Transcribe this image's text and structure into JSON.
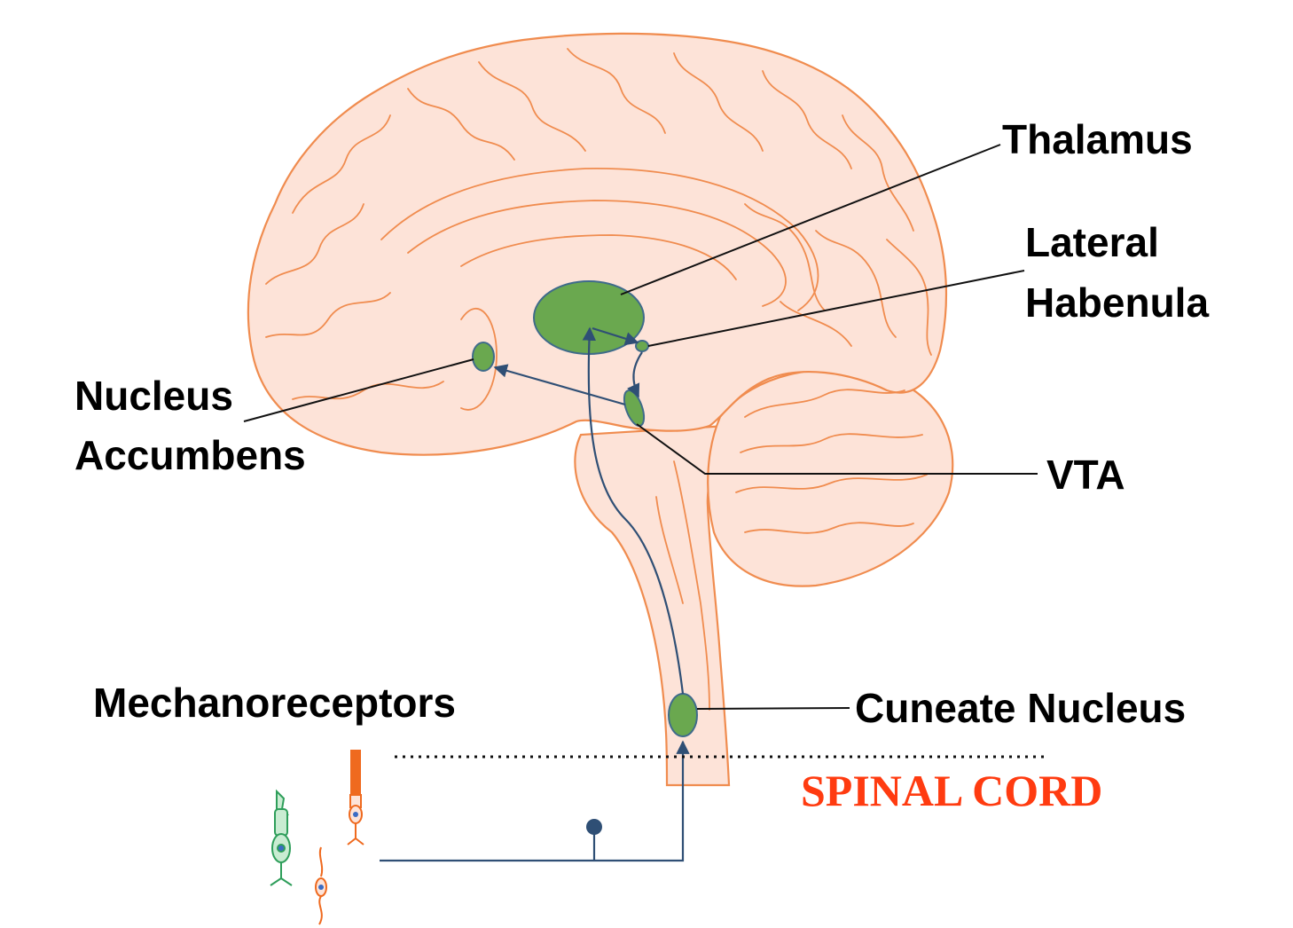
{
  "labels": {
    "thalamus": "Thalamus",
    "lateral_habenula_line1": "Lateral",
    "lateral_habenula_line2": "Habenula",
    "nucleus_accumbens_line1": "Nucleus",
    "nucleus_accumbens_line2": "Accumbens",
    "vta": "VTA",
    "mechanoreceptors": "Mechanoreceptors",
    "cuneate_nucleus": "Cuneate Nucleus",
    "spinal_cord": "SPINAL CORD"
  },
  "colors": {
    "brain_fill": "#fde3d8",
    "brain_outline": "#f08c4f",
    "nucleus_fill": "#6aa84f",
    "pathway": "#2f4f75",
    "spinal_cord_text": "#ff3b10",
    "receptor_green": "#2e9e5a",
    "receptor_orange": "#ef6a1f"
  }
}
